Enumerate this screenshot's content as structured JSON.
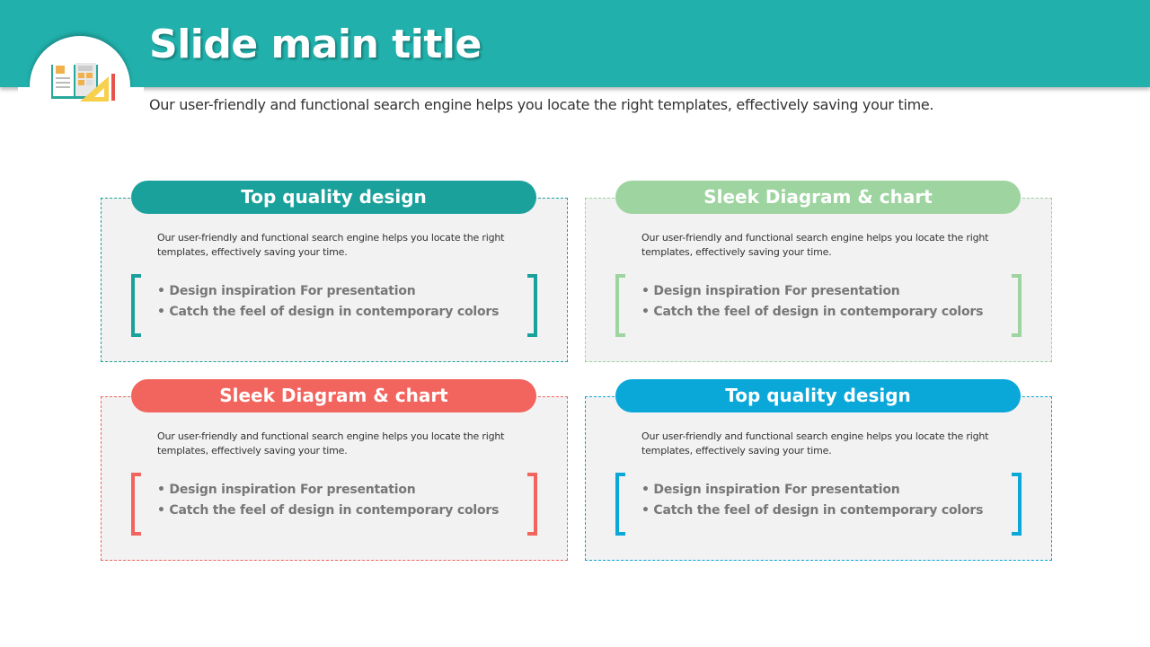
{
  "header": {
    "title": "Slide main title",
    "subtitle": "Our user-friendly and functional search engine helps you locate the right templates, effectively saving your time."
  },
  "colors": {
    "band": "#21b0ab",
    "teal": "#1ba19c",
    "green": "#9dd49f",
    "red": "#f2645e",
    "blue": "#0aa7d9"
  },
  "cards": [
    {
      "title": "Top quality design",
      "desc": "Our user-friendly and functional search engine helps you locate the right templates, effectively saving your time.",
      "bullets": [
        "• Design inspiration For presentation",
        "• Catch the feel of design in contemporary colors"
      ]
    },
    {
      "title": "Sleek Diagram & chart",
      "desc": "Our user-friendly and functional search engine helps you locate the right templates, effectively saving your time.",
      "bullets": [
        "• Design inspiration For presentation",
        "• Catch the feel of design in contemporary colors"
      ]
    },
    {
      "title": "Sleek Diagram & chart",
      "desc": "Our user-friendly and functional search engine helps you locate the right templates, effectively saving your time.",
      "bullets": [
        "• Design inspiration For presentation",
        "• Catch the feel of design in contemporary colors"
      ]
    },
    {
      "title": "Top quality design",
      "desc": "Our user-friendly and functional search engine helps you locate the right templates, effectively saving your time.",
      "bullets": [
        "• Design inspiration For presentation",
        "• Catch the feel of design in contemporary colors"
      ]
    }
  ]
}
